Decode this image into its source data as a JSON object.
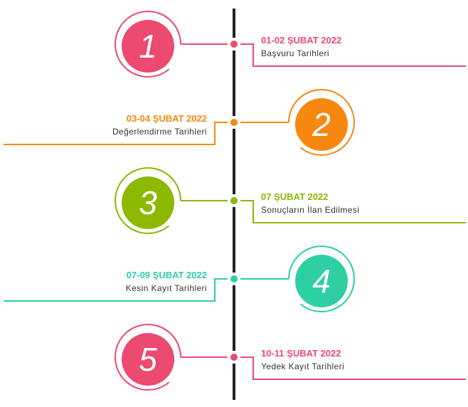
{
  "timeline": {
    "items": [
      {
        "number": "1",
        "date": "01-02 ŞUBAT 2022",
        "label": "Başvuru Tarihleri",
        "color": "#ec4a70",
        "circle_side": "left"
      },
      {
        "number": "2",
        "date": "03-04 ŞUBAT 2022",
        "label": "Değerlendirme Tarihleri",
        "color": "#f7880f",
        "circle_side": "right"
      },
      {
        "number": "3",
        "date": "07 ŞUBAT 2022",
        "label": "Sonuçların İlan Edilmesi",
        "color": "#8cb800",
        "circle_side": "left"
      },
      {
        "number": "4",
        "date": "07-09 ŞUBAT 2022",
        "label": "Kesin Kayıt Tarihleri",
        "color": "#2ecfa3",
        "circle_side": "right"
      },
      {
        "number": "5",
        "date": "10-11 ŞUBAT 2022",
        "label": "Yedek Kayıt Tarihleri",
        "color": "#ec4a70",
        "circle_side": "left"
      }
    ],
    "axis_color": "#222222"
  }
}
